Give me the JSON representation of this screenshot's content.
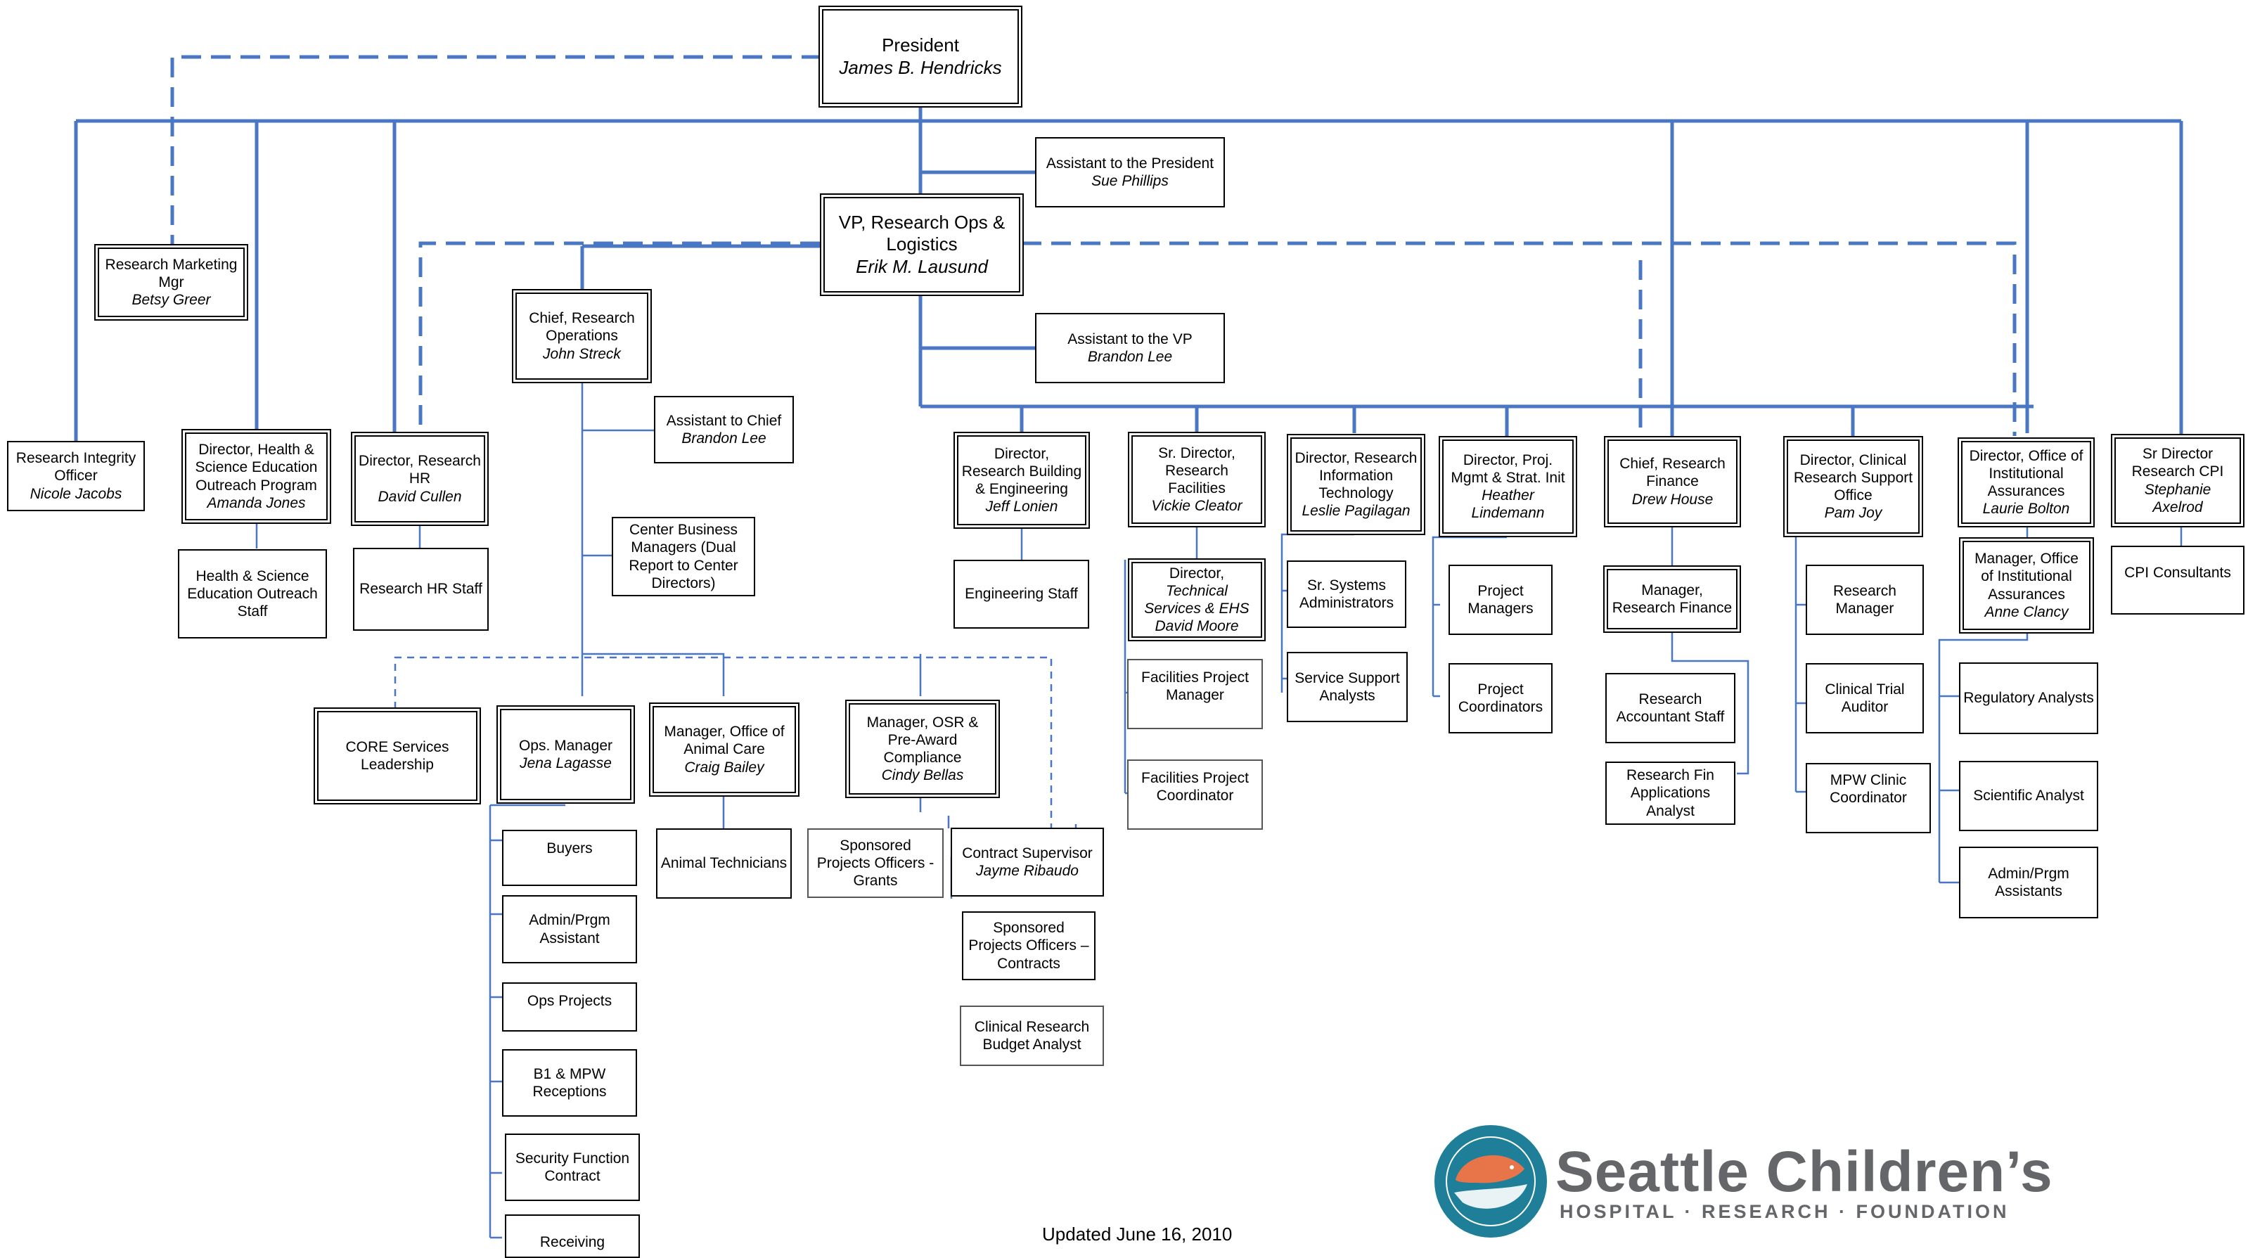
{
  "nodes": {
    "president": {
      "title": "President",
      "name": "James B. Hendricks"
    },
    "assistant_president": {
      "title": "Assistant to the President",
      "name": "Sue Phillips"
    },
    "marketing": {
      "title": "Research Marketing Mgr",
      "name": "Betsy Greer"
    },
    "vp": {
      "title": "VP, Research Ops & Logistics",
      "name": "Erik M. Lausund"
    },
    "assistant_vp": {
      "title": "Assistant to the VP",
      "name": "Brandon Lee"
    },
    "integrity": {
      "title": "Research Integrity Officer",
      "name": "Nicole Jacobs"
    },
    "hseop": {
      "title": "Director, Health & Science Education Outreach Program",
      "name": "Amanda Jones"
    },
    "hseop_staff": {
      "title": "Health & Science Education Outreach Staff",
      "name": ""
    },
    "dir_hr": {
      "title": "Director, Research HR",
      "name": "David Cullen"
    },
    "hr_staff": {
      "title": "Research HR Staff",
      "name": ""
    },
    "chief_ops": {
      "title": "Chief, Research Operations",
      "name": "John Streck"
    },
    "assistant_chief": {
      "title": "Assistant to Chief",
      "name": "Brandon Lee"
    },
    "center_bm": {
      "title": "Center Business Managers (Dual Report to Center Directors)",
      "name": ""
    },
    "core": {
      "title": "CORE Services Leadership",
      "name": ""
    },
    "ops_mgr": {
      "title": "Ops. Manager",
      "name": "Jena Lagasse"
    },
    "buyers": {
      "title": "Buyers",
      "name": ""
    },
    "admin_prgm_1": {
      "title": "Admin/Prgm Assistant",
      "name": ""
    },
    "ops_projects": {
      "title": "Ops Projects",
      "name": ""
    },
    "b1_mpw": {
      "title": "B1 & MPW Receptions",
      "name": ""
    },
    "security": {
      "title": "Security Function Contract",
      "name": ""
    },
    "receiving": {
      "title": "Receiving",
      "name": ""
    },
    "animal_mgr": {
      "title": "Manager, Office of Animal Care",
      "name": "Craig Bailey"
    },
    "animal_tech": {
      "title": "Animal Technicians",
      "name": ""
    },
    "osr_mgr": {
      "title": "Manager, OSR & Pre-Award Compliance",
      "name": "Cindy Bellas"
    },
    "spo_grants": {
      "title": "Sponsored Projects Officers - Grants",
      "name": ""
    },
    "contract_sup": {
      "title": "Contract Supervisor",
      "name": "Jayme Ribaudo"
    },
    "spo_contracts": {
      "title": "Sponsored Projects Officers – Contracts",
      "name": ""
    },
    "budget_analyst": {
      "title": "Clinical Research Budget Analyst",
      "name": ""
    },
    "dir_building": {
      "title": "Director, Research Building & Engineering",
      "name": "Jeff Lonien"
    },
    "eng_staff": {
      "title": "Engineering Staff",
      "name": ""
    },
    "facilities": {
      "title": "Sr. Director, Research Facilities",
      "name": "Vickie Cleator"
    },
    "tech_services": {
      "title": "Director,",
      "title2": "Technical Services & EHS",
      "name": "David Moore"
    },
    "fac_pm": {
      "title": "Facilities Project Manager",
      "name": ""
    },
    "fac_pc": {
      "title": "Facilities Project Coordinator",
      "name": ""
    },
    "dir_it": {
      "title": "Director, Research Information Technology",
      "name": "Leslie Pagilagan"
    },
    "sys_admin": {
      "title": "Sr. Systems Administrators",
      "name": ""
    },
    "service_support": {
      "title": "Service Support Analysts",
      "name": ""
    },
    "dir_pm": {
      "title": "Director, Proj. Mgmt & Strat. Init",
      "name": "Heather Lindemann"
    },
    "proj_mgrs": {
      "title": "Project Managers",
      "name": ""
    },
    "proj_coord": {
      "title": "Project Coordinators",
      "name": ""
    },
    "chief_finance": {
      "title": "Chief, Research Finance",
      "name": "Drew House"
    },
    "mgr_finance": {
      "title": "Manager, Research Finance",
      "name": ""
    },
    "fin_accountant": {
      "title": "Research Accountant Staff",
      "name": ""
    },
    "fin_apps": {
      "title": "Research Fin Applications Analyst",
      "name": ""
    },
    "dir_clinical": {
      "title": "Director, Clinical Research Support Office",
      "name": "Pam Joy"
    },
    "research_mgr": {
      "title": "Research Manager",
      "name": ""
    },
    "trial_auditor": {
      "title": "Clinical Trial Auditor",
      "name": ""
    },
    "mpw_coord": {
      "title": "MPW Clinic Coordinator",
      "name": ""
    },
    "dir_ia": {
      "title": "Director, Office of Institutional Assurances",
      "name": "Laurie Bolton"
    },
    "mgr_ia": {
      "title": "Manager, Office of Institutional Assurances",
      "name": "Anne Clancy"
    },
    "reg_analysts": {
      "title": "Regulatory Analysts",
      "name": ""
    },
    "sci_analyst": {
      "title": "Scientific Analyst",
      "name": ""
    },
    "admin_prgm_2": {
      "title": "Admin/Prgm Assistants",
      "name": ""
    },
    "sr_cpi": {
      "title": "Sr Director Research CPI",
      "name": "Stephanie Axelrod"
    },
    "cpi_consult": {
      "title": "CPI Consultants",
      "name": ""
    }
  },
  "footer": {
    "updated": "Updated June 16, 2010"
  },
  "logo": {
    "name": "Seattle Children’s",
    "tagline": "HOSPITAL · RESEARCH · FOUNDATION"
  },
  "colors": {
    "line": "#4a77c4",
    "logo_text": "#646669",
    "logo_teal": "#1f7f99",
    "logo_orange": "#e8744a"
  }
}
